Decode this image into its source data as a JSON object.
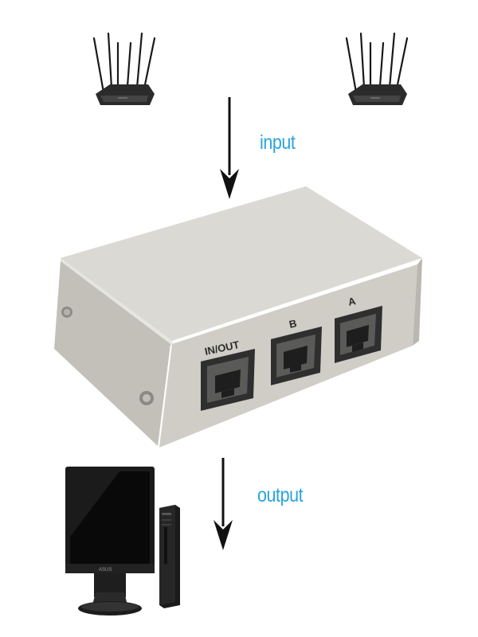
{
  "labels": {
    "input": "input",
    "output": "output"
  },
  "ports": {
    "in_out": "IN/OUT",
    "b": "B",
    "a": "A"
  },
  "monitor_brand": "ASUS",
  "colors": {
    "caption": "#29a3dd",
    "box_top": "#d9d8d2",
    "box_front": "#cfcdc6",
    "box_side": "#c4c2bb",
    "arrow": "#111111"
  },
  "icons": [
    "router-icon",
    "router-icon",
    "arrow-down-icon",
    "arrow-down-icon",
    "network-switch-box",
    "monitor-icon",
    "pc-tower-icon"
  ]
}
